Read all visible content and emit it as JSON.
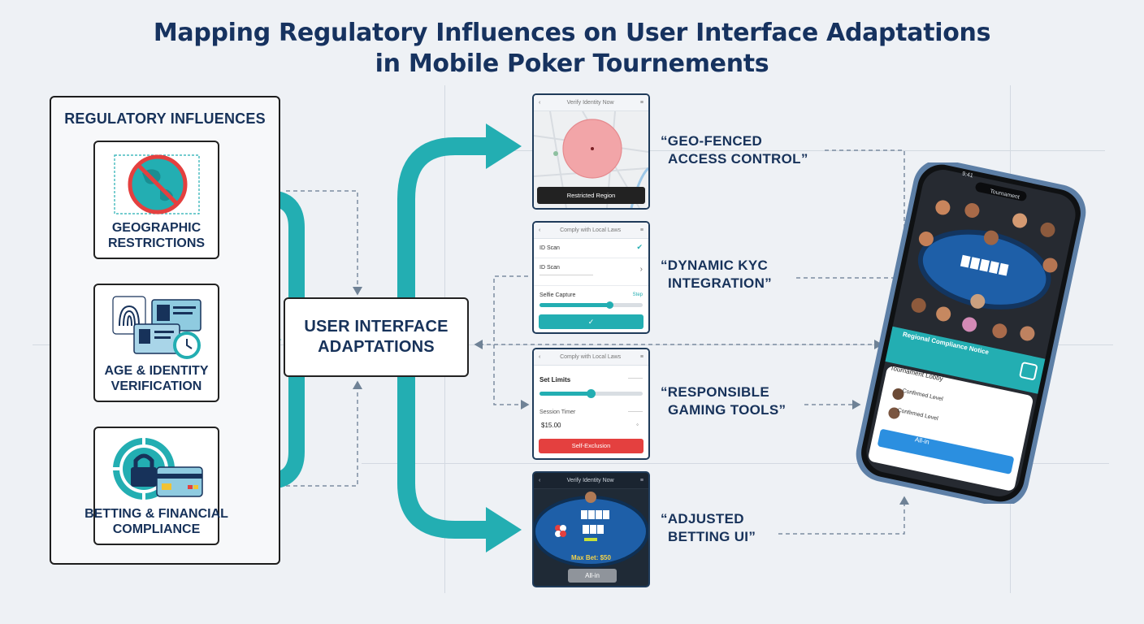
{
  "title": {
    "line1": "Mapping Regulatory Influences on User Interface Adaptations",
    "line2": "in Mobile Poker Tournements"
  },
  "panel": {
    "title": "REGULATORY INFLUENCES",
    "cards": [
      {
        "label_line1": "GEOGRAPHIC",
        "label_line2": "RESTRICTIONS",
        "icon": "globe-restricted-icon"
      },
      {
        "label_line1": "AGE & IDENTITY",
        "label_line2": "VERIFICATION",
        "icon": "fingerprint-id-icon"
      },
      {
        "label_line1": "BETTING & FINANCIAL",
        "label_line2": "COMPLIANCE",
        "icon": "lock-card-icon"
      }
    ]
  },
  "center": {
    "line1": "USER INTERFACE",
    "line2": "ADAPTATIONS"
  },
  "mockups": {
    "geo": {
      "header": "Verify Identity Now",
      "button": "Restricted Region"
    },
    "kyc": {
      "header": "Comply with Local Laws",
      "rows": [
        "ID Scan",
        "ID Scan",
        "Selfie Capture"
      ],
      "step": "Step",
      "progress": 0.68
    },
    "rg": {
      "header": "Comply with Local Laws",
      "set_limits": "Set Limits",
      "session_timer": "Session Timer",
      "amount": "$15.00",
      "button": "Self-Exclusion",
      "slider": 0.5
    },
    "bet": {
      "header": "Verify Identity Now",
      "max_bet": "Max Bet: $50",
      "button": "All-in"
    }
  },
  "callouts": {
    "geo": {
      "line1": "“GEO-FENCED",
      "line2": "ACCESS CONTROL”"
    },
    "kyc": {
      "line1": "“DYNAMIC KYC",
      "line2": "INTEGRATION”"
    },
    "rg": {
      "line1": "“RESPONSIBLE",
      "line2": "GAMING TOOLS”"
    },
    "bet": {
      "line1": "“ADJUSTED",
      "line2": "BETTING UI”"
    }
  },
  "phone": {
    "time": "9:41",
    "screen_title": "Tournament",
    "banner": "Regional Compliance Notice",
    "lobby": "Tournament Lobby",
    "players": [
      "Confirmed Level",
      "Confirmed Level"
    ],
    "button": "All-in"
  },
  "colors": {
    "teal": "#23aeb2",
    "navy": "#17325a",
    "blue_table": "#1e5fa8",
    "red": "#e4403f",
    "button_blue": "#2b8fe0"
  }
}
